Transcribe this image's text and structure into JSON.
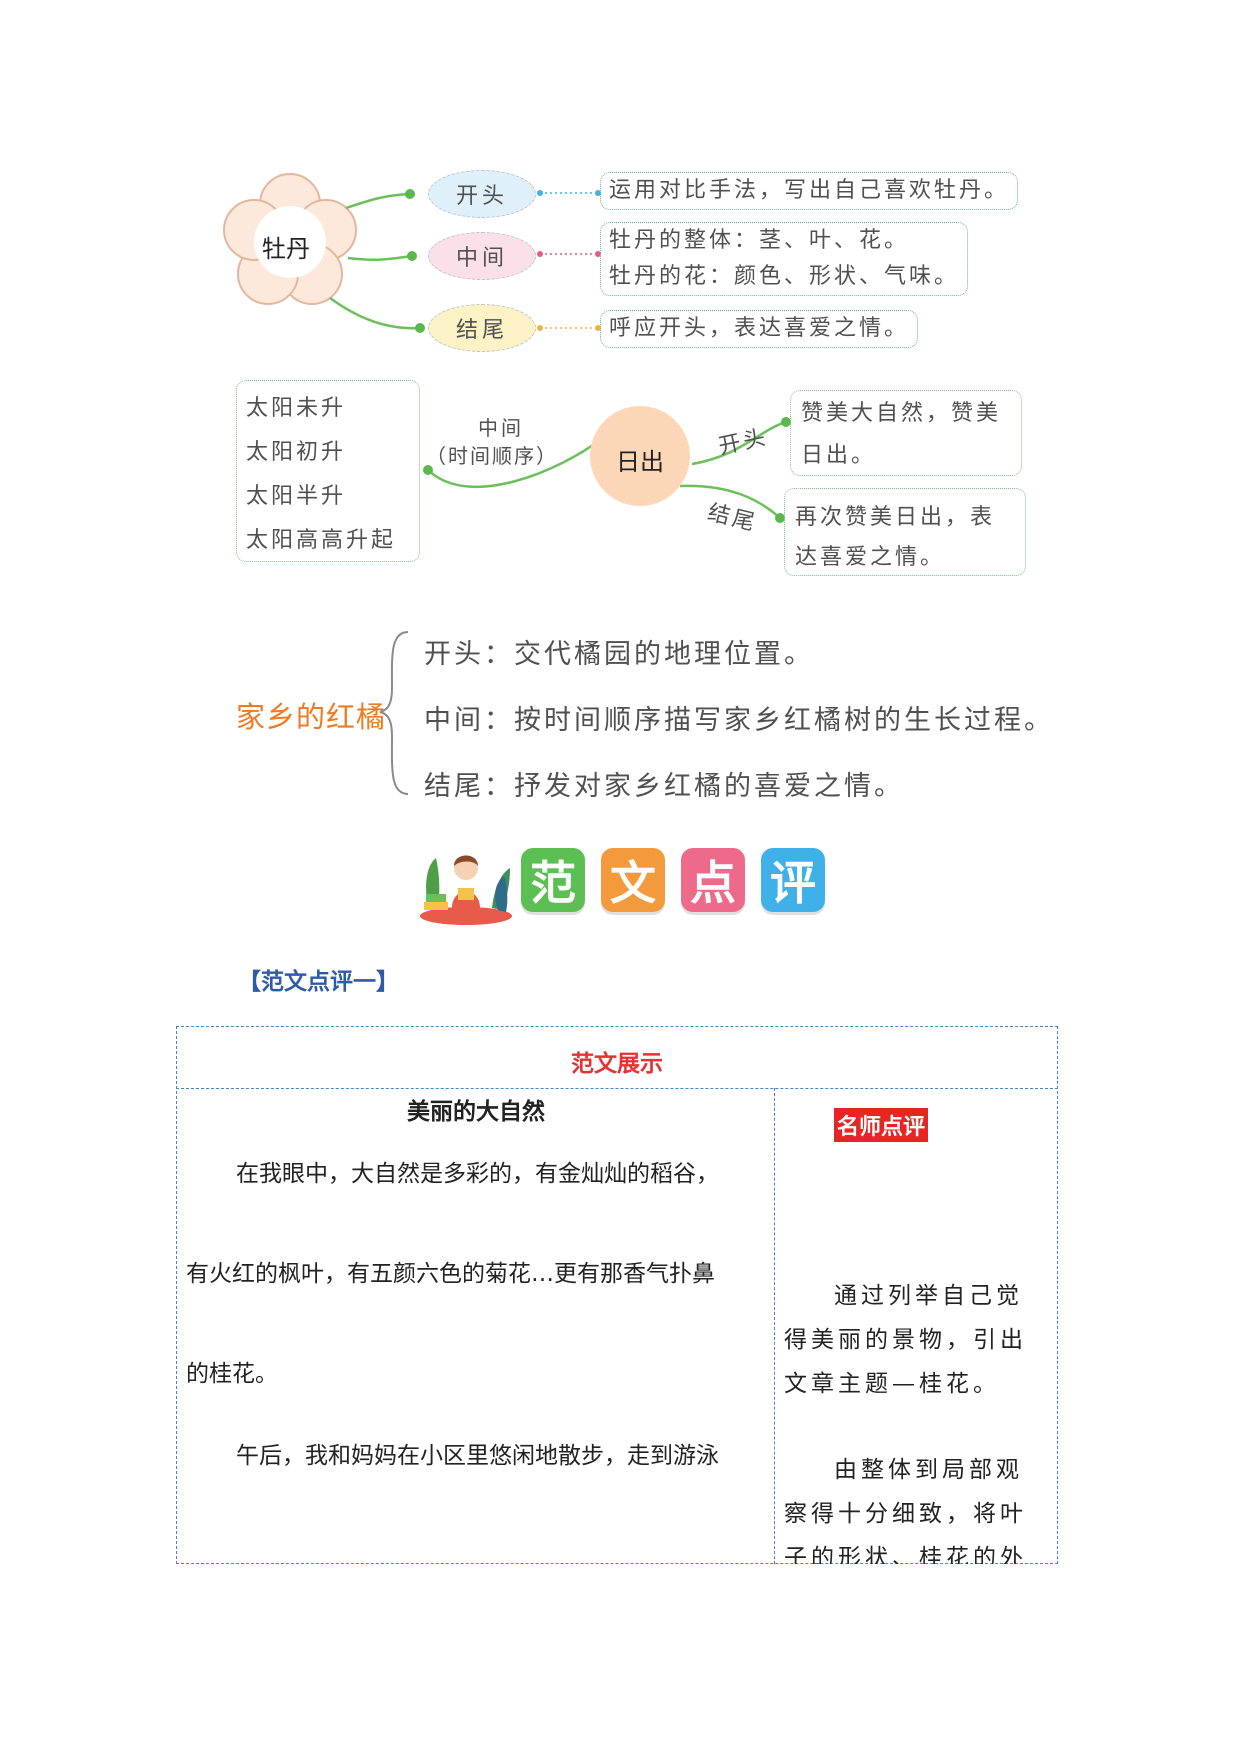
{
  "map1": {
    "center": "牡丹",
    "nodes": [
      "开头",
      "中间",
      "结尾"
    ],
    "notes": {
      "open": "运用对比手法，写出自己喜欢牡丹。",
      "middle1": "牡丹的整体：茎、叶、花。",
      "middle2": "牡丹的花：颜色、形状、气味。",
      "end": "呼应开头，表达喜爱之情。"
    }
  },
  "map2": {
    "center": "日出",
    "stages": [
      "太阳未升",
      "太阳初升",
      "太阳半升",
      "太阳高高升起"
    ],
    "middle_label_1": "中间",
    "middle_label_2": "（时间顺序）",
    "open_label": "开头",
    "end_label": "结尾",
    "open_note_1": "赞美大自然，赞美",
    "open_note_2": "日出。",
    "end_note_1": "再次赞美日出，表",
    "end_note_2": "达喜爱之情。"
  },
  "map3": {
    "title": "家乡的红橘",
    "lines": [
      "开头：交代橘园的地理位置。",
      "中间：按时间顺序描写家乡红橘树的生长过程。",
      "结尾：抒发对家乡红橘的喜爱之情。"
    ]
  },
  "section_header": {
    "chars": [
      "范",
      "文",
      "点",
      "评"
    ],
    "colors": [
      "#5cbf53",
      "#f39a3c",
      "#ee6a8a",
      "#3fb1e8"
    ]
  },
  "subheading": "【范文点评一】",
  "table": {
    "header": "范文展示",
    "essay_title": "美丽的大自然",
    "essay_lines": [
      "在我眼中，大自然是多彩的，有金灿灿的稻谷，",
      "有火红的枫叶，有五颜六色的菊花…更有那香气扑鼻",
      "的桂花。",
      "午后，我和妈妈在小区里悠闲地散步，走到游泳"
    ],
    "comment_label": "名师点评",
    "comment_1": "通过列举自己觉得美丽的景物，引出文章主题—桂花。",
    "comment_2": "由整体到局部观察得十分细致，将叶子的形状、桂花的外形写得"
  }
}
